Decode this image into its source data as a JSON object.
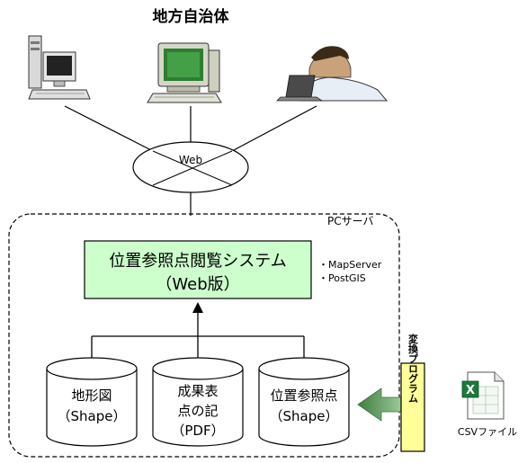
{
  "title": "地方自治体",
  "network_label": "Web",
  "server": {
    "label": "PCサーバ",
    "app_line1": "位置参照点閲覧システム",
    "app_line2": "（Web版）",
    "tech1": "・MapServer",
    "tech2": "・PostGIS"
  },
  "databases": [
    {
      "line1": "地形図",
      "line2": "（Shape）",
      "line3": ""
    },
    {
      "line1": "成果表",
      "line2": "点の記",
      "line3": "（PDF）"
    },
    {
      "line1": "位置参照点",
      "line2": "（Shape）",
      "line3": ""
    }
  ],
  "converter": "変換プログラム",
  "csv_label": "CSVファイル",
  "icons": [
    "desktop-pc-icon",
    "crt-computer-icon",
    "laptop-user-icon",
    "excel-file-icon"
  ],
  "colors": {
    "app_box_fill": "#ccffcc",
    "converter_fill": "#ffff99",
    "arrow_green": "#5a8f5a",
    "excel_green": "#1d7a3a"
  }
}
